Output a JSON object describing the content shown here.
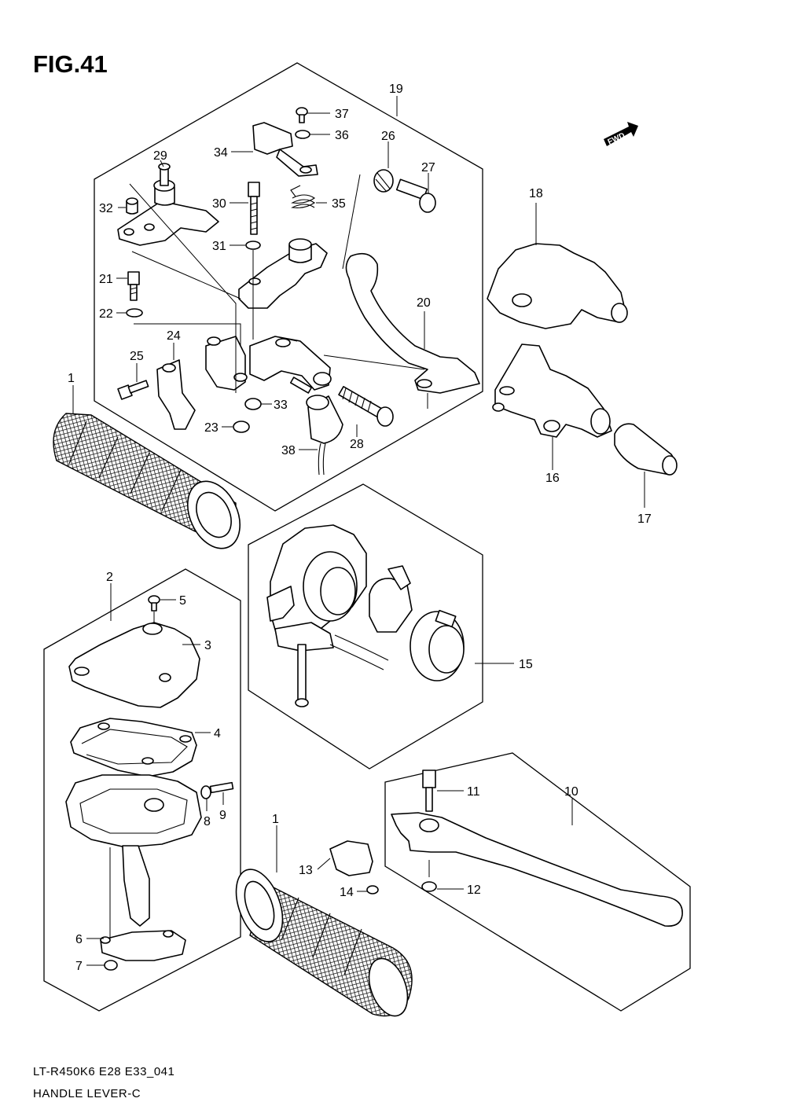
{
  "title": "FIG.41",
  "footer": {
    "line1": "LT-R450K6 E28 E33_041",
    "line2": "HANDLE LEVER-C"
  },
  "fwd_label": "FWD",
  "callouts": [
    "1",
    "2",
    "3",
    "4",
    "5",
    "6",
    "7",
    "8",
    "9",
    "10",
    "11",
    "12",
    "13",
    "14",
    "15",
    "16",
    "17",
    "18",
    "19",
    "20",
    "21",
    "22",
    "23",
    "24",
    "25",
    "26",
    "27",
    "28",
    "29",
    "30",
    "31",
    "32",
    "33",
    "34",
    "35",
    "36",
    "37",
    "38",
    "1"
  ]
}
